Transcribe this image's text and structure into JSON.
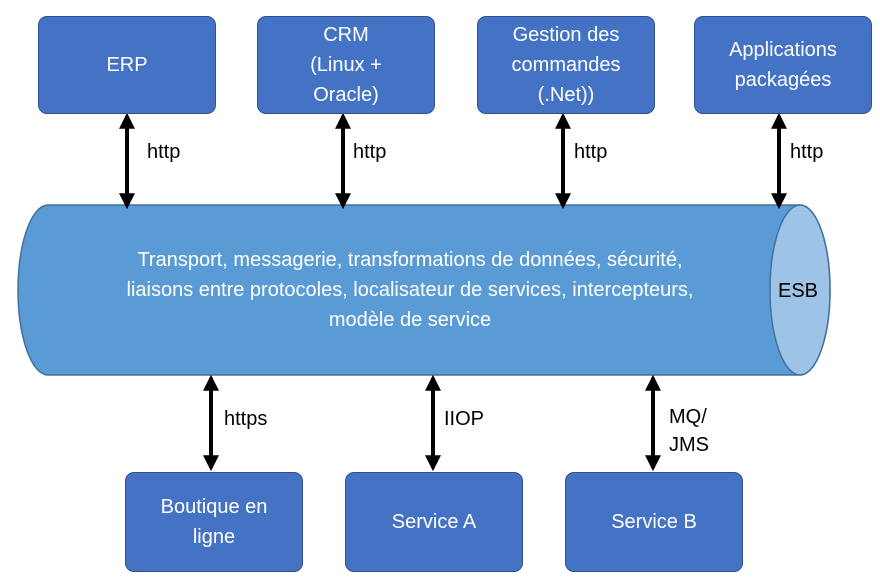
{
  "top_systems": [
    {
      "label": "ERP",
      "protocol": "http"
    },
    {
      "label": "CRM\n(Linux +\nOracle)",
      "protocol": "http"
    },
    {
      "label": "Gestion des\ncommandes\n(.Net))",
      "protocol": "http"
    },
    {
      "label": "Applications\npackagées",
      "protocol": "http"
    }
  ],
  "bus": {
    "description": "Transport, messagerie, transformations de données, sécurité,\nliaisons entre protocoles, localisateur de services, intercepteurs,\nmodèle de service",
    "name": "ESB"
  },
  "bottom_systems": [
    {
      "label": "Boutique en\nligne",
      "protocol": "https"
    },
    {
      "label": "Service A",
      "protocol": "IIOP"
    },
    {
      "label": "Service B",
      "protocol": "MQ/\nJMS"
    }
  ],
  "colors": {
    "box_fill": "#4472c4",
    "box_border": "#2f528f",
    "bus_fill": "#5b9bd5",
    "bus_end_fill": "#9dc3e6",
    "arrow": "#000000"
  }
}
